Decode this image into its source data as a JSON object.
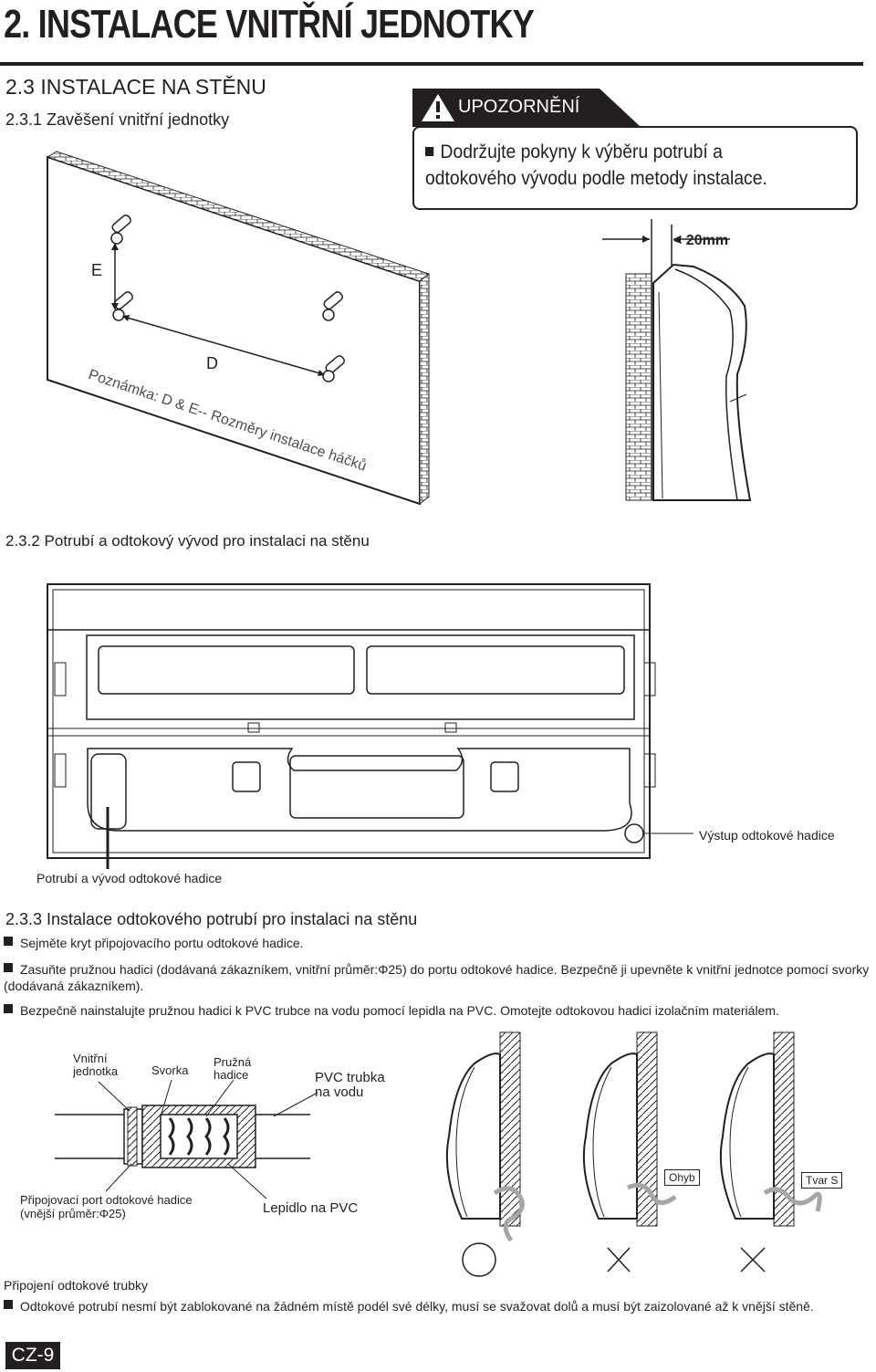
{
  "header": {
    "title": "2. INSTALACE VNITŘNÍ JEDNOTKY",
    "section": "2.3 INSTALACE NA STĚNU",
    "subsection1": "2.3.1 Zavěšení vnitřní jednotky",
    "subsection2": "2.3.2 Potrubí a odtokový vývod pro instalaci na stěnu",
    "subsection3": "2.3.3 Instalace odtokového potrubí pro instalaci na stěnu"
  },
  "warning": {
    "label": "UPOZORNĚNÍ",
    "text": "Dodržujte pokyny k výběru potrubí a odtokového vývodu podle metody instalace."
  },
  "fig1": {
    "label_e": "E",
    "label_d": "D",
    "note": "Poznámka: D & E-- Rozměry instalace háčků",
    "dimension": "< 20mm"
  },
  "fig2": {
    "label_outlet": "Výstup odtokové hadice",
    "label_pipe": "Potrubí a vývod odtokové hadice"
  },
  "instructions": [
    "Sejměte kryt připojovacího portu odtokové hadice.",
    "Zasuňte pružnou hadici (dodávaná zákazníkem, vnitřní průměr:Φ25) do portu odtokové hadice. Bezpečně ji upevněte k vnitřní jednotce pomocí svorky (dodávaná zákazníkem).",
    "Bezpečně nainstalujte pružnou hadici k PVC trubce na vodu pomocí lepidla na PVC. Omotejte odtokovou hadici izolačním materiálem."
  ],
  "fig3": {
    "label_unit_1": "Vnitřní",
    "label_unit_2": "jednotka",
    "label_clamp": "Svorka",
    "label_hose_1": "Pružná",
    "label_hose_2": "hadice",
    "label_pvc_1": "PVC trubka",
    "label_pvc_2": "na vodu",
    "label_port_1": "Připojovací port odtokové hadice",
    "label_port_2": "(vnější průměr:Φ25)",
    "label_glue": "Lepidlo na PVC",
    "label_bend": "Ohyb",
    "label_s": "Tvar S"
  },
  "bottom": {
    "heading": "Připojení odtokové trubky",
    "text": "Odtokové potrubí nesmí být zablokované na žádném místě podél své délky, musí se svažovat dolů a musí být zaizolované až k vnější stěně."
  },
  "footer": {
    "page": "CZ-9"
  }
}
